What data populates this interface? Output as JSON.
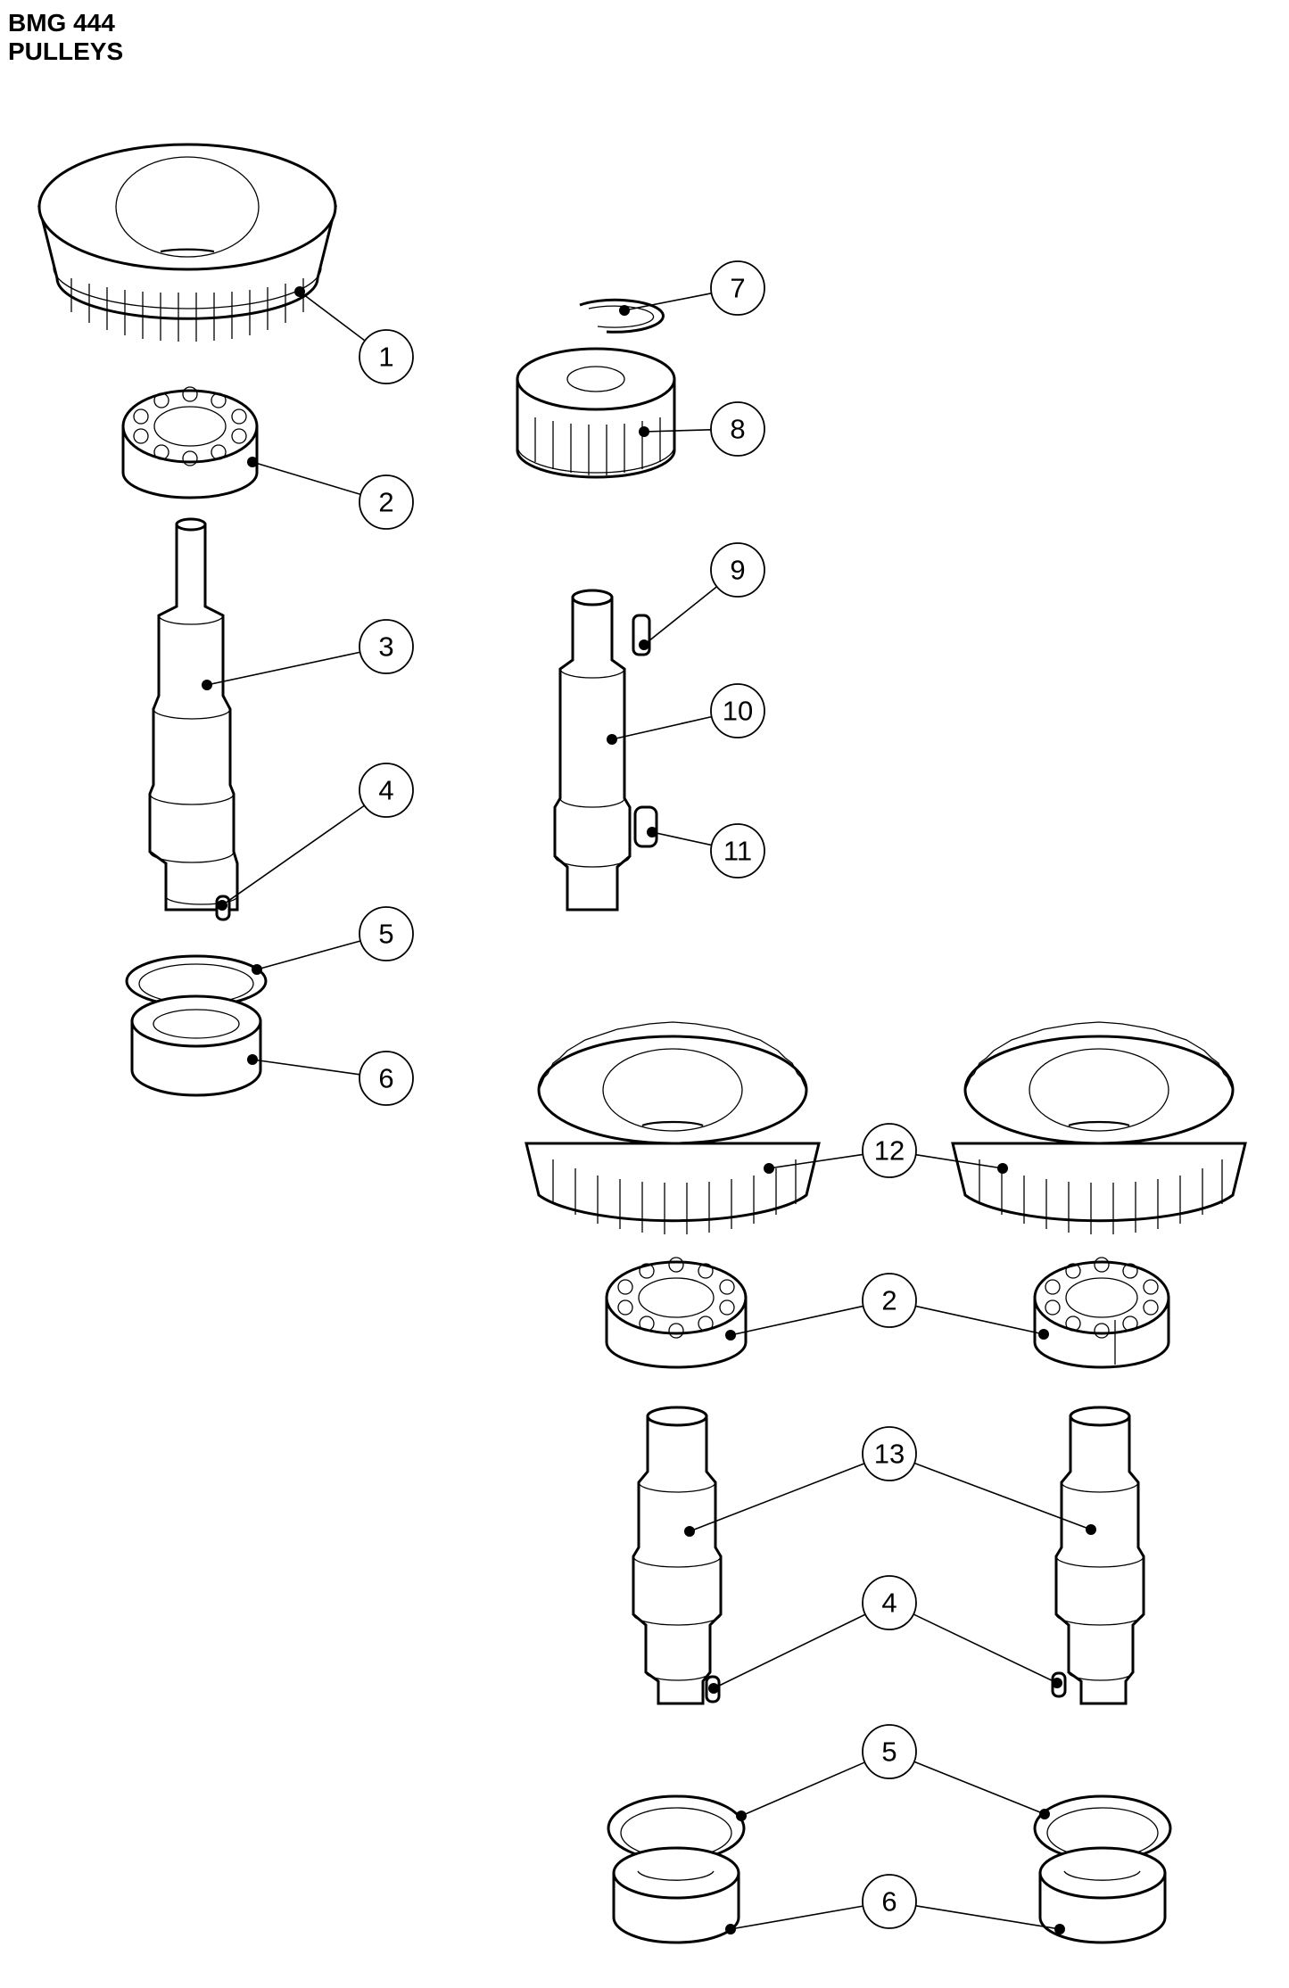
{
  "header": {
    "line1": "BMG 444",
    "line2": "PULLEYS"
  },
  "callouts": [
    {
      "id": "c1",
      "label": "1",
      "targets": [
        [
          336,
          327
        ]
      ]
    },
    {
      "id": "c2a",
      "label": "2",
      "targets": [
        [
          283,
          518
        ]
      ]
    },
    {
      "id": "c3",
      "label": "3",
      "targets": [
        [
          232,
          768
        ]
      ]
    },
    {
      "id": "c4a",
      "label": "4",
      "targets": [
        [
          249,
          1015
        ]
      ]
    },
    {
      "id": "c5a",
      "label": "5",
      "targets": [
        [
          288,
          1087
        ]
      ]
    },
    {
      "id": "c6a",
      "label": "6",
      "targets": [
        [
          283,
          1188
        ]
      ]
    },
    {
      "id": "c7",
      "label": "7",
      "targets": [
        [
          700,
          348
        ]
      ]
    },
    {
      "id": "c8",
      "label": "8",
      "targets": [
        [
          722,
          484
        ]
      ]
    },
    {
      "id": "c9",
      "label": "9",
      "targets": [
        [
          722,
          723
        ]
      ]
    },
    {
      "id": "c10",
      "label": "10",
      "targets": [
        [
          686,
          829
        ]
      ]
    },
    {
      "id": "c11",
      "label": "11",
      "targets": [
        [
          731,
          933
        ]
      ]
    },
    {
      "id": "c12",
      "label": "12",
      "targets": [
        [
          862,
          1310
        ],
        [
          1124,
          1310
        ]
      ]
    },
    {
      "id": "c2b",
      "label": "2",
      "targets": [
        [
          819,
          1497
        ],
        [
          1170,
          1496
        ]
      ]
    },
    {
      "id": "c13",
      "label": "13",
      "targets": [
        [
          773,
          1717
        ],
        [
          1223,
          1715
        ]
      ]
    },
    {
      "id": "c4b",
      "label": "4",
      "targets": [
        [
          800,
          1893
        ],
        [
          1185,
          1887
        ]
      ]
    },
    {
      "id": "c5b",
      "label": "5",
      "targets": [
        [
          831,
          2036
        ],
        [
          1171,
          2034
        ]
      ]
    },
    {
      "id": "c6b",
      "label": "6",
      "targets": [
        [
          819,
          2163
        ],
        [
          1188,
          2163
        ]
      ]
    }
  ]
}
